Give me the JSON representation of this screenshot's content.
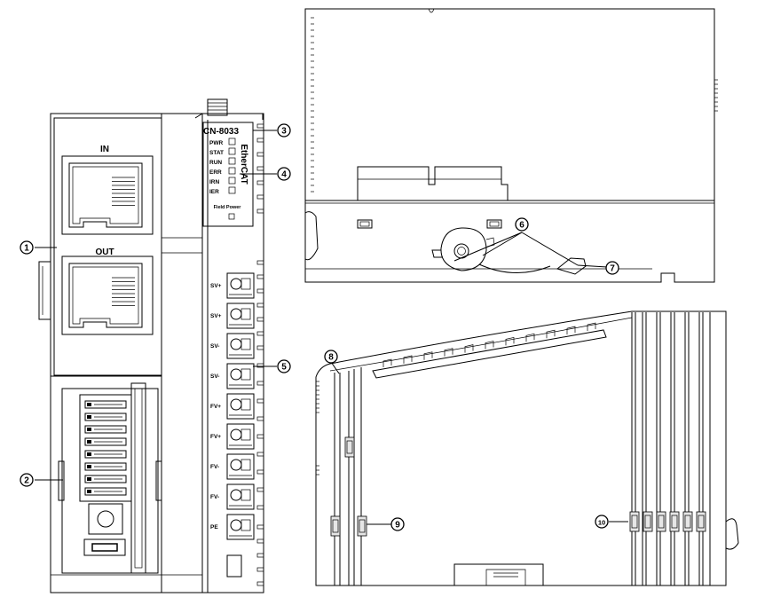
{
  "module": {
    "model": "CN-8033",
    "brand_vertical": "EtherCAT",
    "field_power": "Field Power",
    "port_in": "IN",
    "port_out": "OUT"
  },
  "leds": [
    "PWR",
    "STAT",
    "RUN",
    "ERR",
    "IRN",
    "IER"
  ],
  "terminals": [
    "SV+",
    "SV+",
    "SV-",
    "SV-",
    "FV+",
    "FV+",
    "FV-",
    "FV-",
    "PE"
  ],
  "callouts": [
    "1",
    "2",
    "3",
    "4",
    "5",
    "6",
    "7",
    "8",
    "9",
    "10"
  ]
}
